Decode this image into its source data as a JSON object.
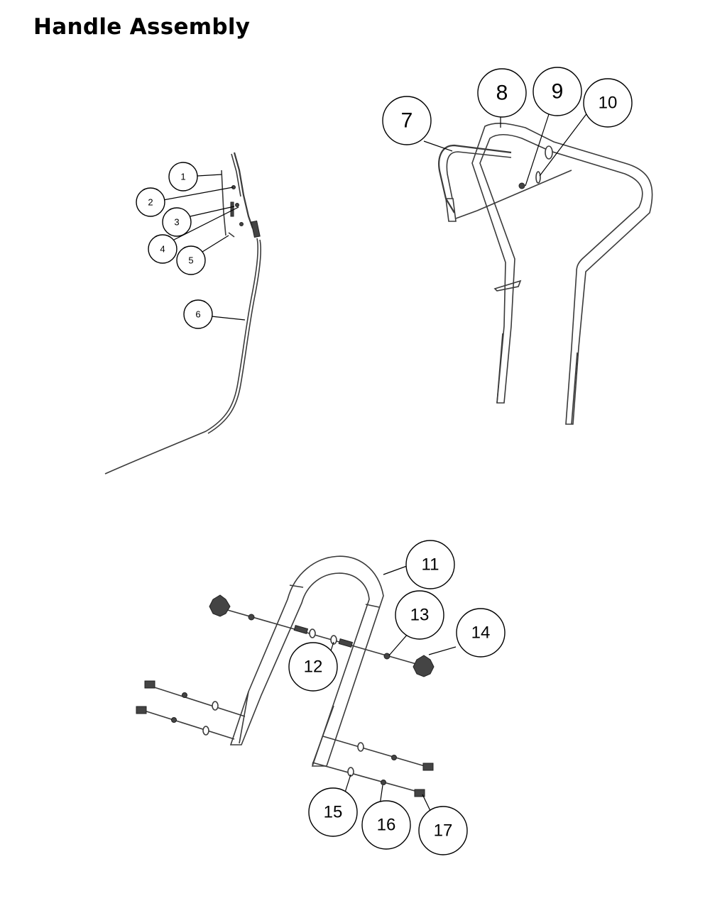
{
  "title": "Handle Assembly",
  "callouts": {
    "c1": "1",
    "c2": "2",
    "c3": "3",
    "c4": "4",
    "c5": "5",
    "c6": "6",
    "c7": "7",
    "c8": "8",
    "c9": "9",
    "c10": "10",
    "c11": "11",
    "c12": "12",
    "c13": "13",
    "c14": "14",
    "c15": "15",
    "c16": "16",
    "c17": "17"
  }
}
